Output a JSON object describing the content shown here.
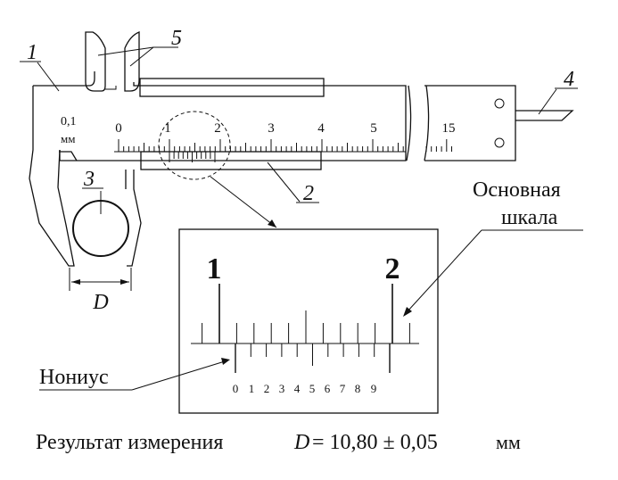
{
  "callouts": {
    "c1": "1",
    "c2": "2",
    "c3": "3",
    "c4": "4",
    "c5": "5"
  },
  "vernier_reading": {
    "value_label": "0,1",
    "unit_label": "мм"
  },
  "main_scale_numbers": [
    "0",
    "1",
    "2",
    "3",
    "4",
    "5"
  ],
  "main_scale_far": "15",
  "dimension_label": "D",
  "inset": {
    "big_labels": [
      "1",
      "2"
    ],
    "vernier_numbers": [
      "0",
      "1",
      "2",
      "3",
      "4",
      "5",
      "6",
      "7",
      "8",
      "9"
    ]
  },
  "labels": {
    "main_scale": [
      "Основная",
      "шкала"
    ],
    "vernier": "Нониус"
  },
  "result": {
    "prefix": "Результат измерения",
    "symbol": "D",
    "formula": "= 10,80 ± 0,05",
    "unit": "мм"
  },
  "colors": {
    "ink": "#111111",
    "background": "#ffffff"
  }
}
